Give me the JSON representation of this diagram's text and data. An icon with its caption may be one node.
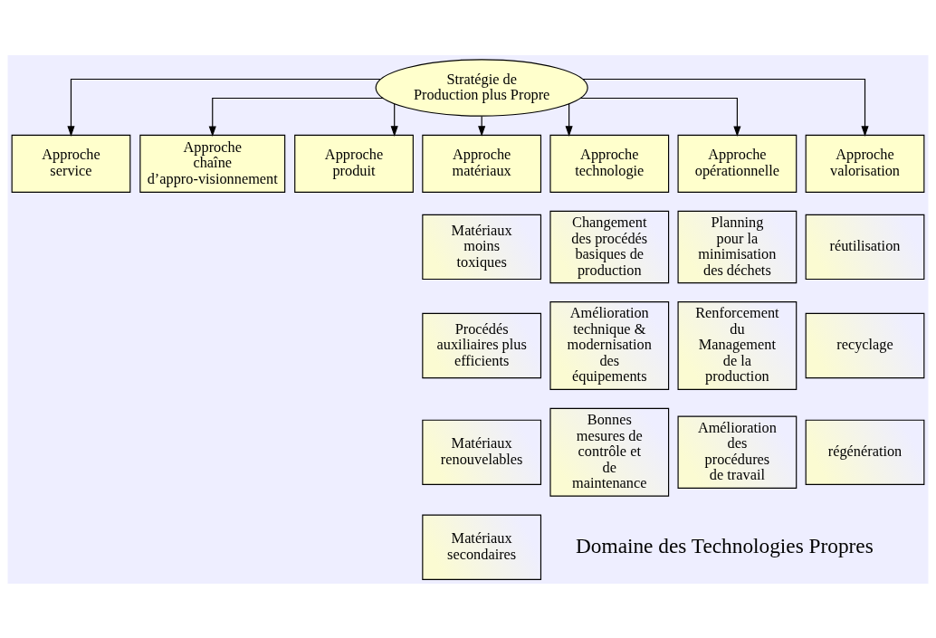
{
  "diagram": {
    "nodes": [
      {
        "text": [
          "Stratégie de Production plus Propre"
        ]
      },
      {
        "text": [
          "Approche service"
        ]
      },
      {
        "text": [
          "Approche chaîne d’appro-visionnement"
        ]
      },
      {
        "text": [
          "Approche produit"
        ]
      },
      {
        "text": [
          "Approche matériaux"
        ]
      },
      {
        "text": [
          "Approche technologie"
        ]
      },
      {
        "text": [
          "Approche opérationnelle"
        ]
      },
      {
        "text": [
          "Approche valorisation"
        ]
      },
      {
        "text": [
          "Matériaux moins toxiques"
        ]
      },
      {
        "text": [
          "Procédés auxiliaires plus efficients"
        ]
      },
      {
        "text": [
          "Matériaux renouvelables"
        ]
      },
      {
        "text": [
          "Matériaux secondaires"
        ]
      },
      {
        "text": [
          "Changement des procédés basiques de production"
        ]
      },
      {
        "text": [
          "Amélioration technique & modernisation des équipements"
        ]
      },
      {
        "text": [
          "Bonnes mesures de contrôle et de maintenance"
        ]
      },
      {
        "text": [
          "Planning pour la minimisation des déchets"
        ]
      },
      {
        "text": [
          "Renforcement du Management de la production"
        ]
      },
      {
        "text": [
          "Amélioration des procédures de travail"
        ]
      },
      {
        "text": [
          "réutilisation"
        ]
      },
      {
        "text": [
          "recyclage"
        ]
      },
      {
        "text": [
          "régénération"
        ]
      }
    ],
    "edges": [
      {
        "from": 0,
        "to": 1,
        "arrow": "to"
      },
      {
        "from": 0,
        "to": 2,
        "arrow": "to"
      },
      {
        "from": 0,
        "to": 3,
        "arrow": "to"
      },
      {
        "from": 0,
        "to": 4,
        "arrow": "to"
      },
      {
        "from": 0,
        "to": 5,
        "arrow": "to"
      },
      {
        "from": 0,
        "to": 6,
        "arrow": "to"
      },
      {
        "from": 0,
        "to": 7,
        "arrow": "to"
      }
    ],
    "labels": [
      "Domaine des Technologies Propres"
    ]
  }
}
